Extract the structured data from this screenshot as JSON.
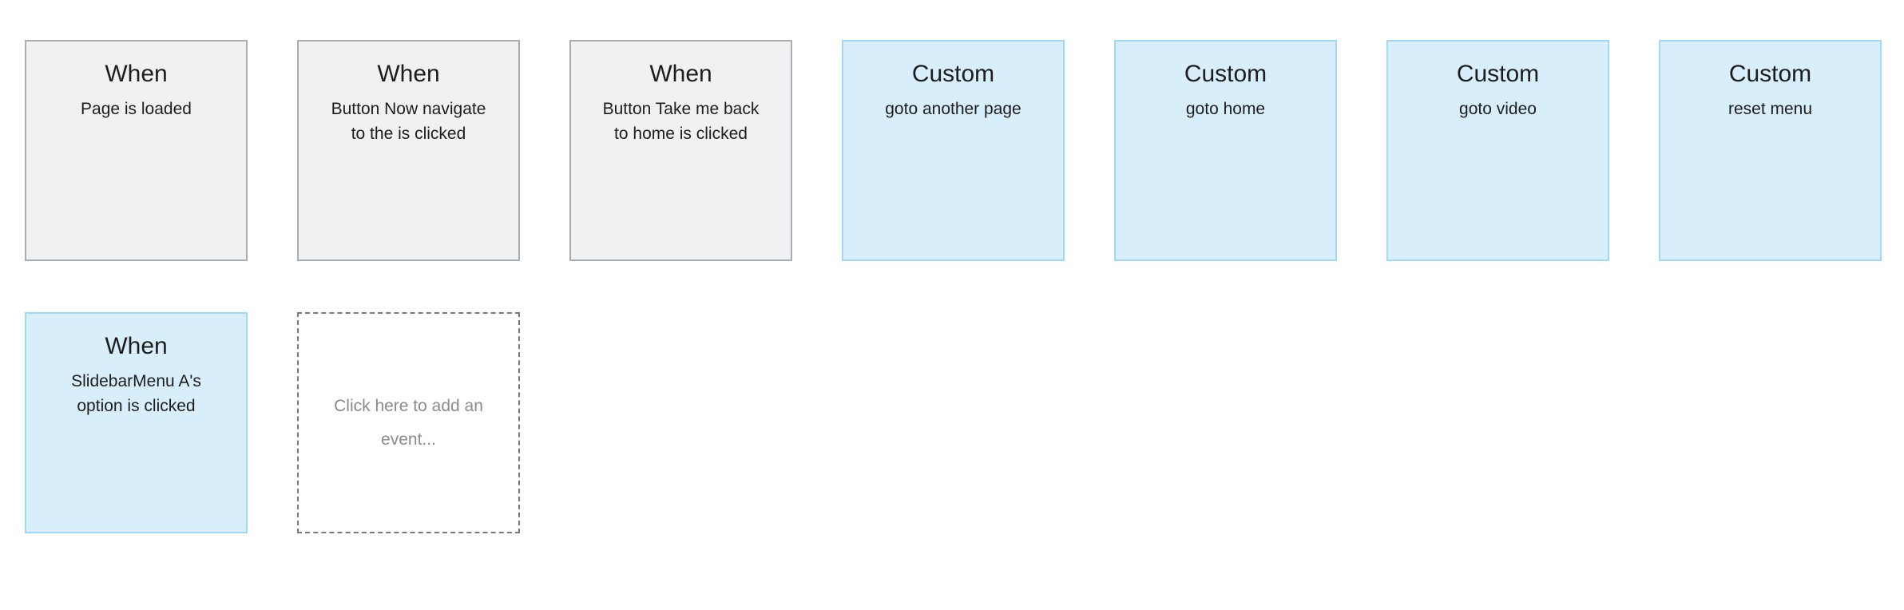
{
  "colors": {
    "neutral_card_bg": "#f0f1f2",
    "neutral_card_border": "#abaeb0",
    "highlight_card_bg": "#d9eefb",
    "highlight_card_border": "#a0d9f4",
    "card_text": "#1d1d1d",
    "add_tile_border": "#77797c",
    "add_tile_text": "#898b8d"
  },
  "board": {
    "cards": [
      {
        "title": "When",
        "description": "Page is loaded",
        "variant": "neutral"
      },
      {
        "title": "When",
        "description": "Button Now navigate to the is clicked",
        "variant": "neutral"
      },
      {
        "title": "When",
        "description": "Button Take me back to home is clicked",
        "variant": "neutral"
      },
      {
        "title": "Custom",
        "description": "goto another page",
        "variant": "highlight"
      },
      {
        "title": "Custom",
        "description": "goto home",
        "variant": "highlight"
      },
      {
        "title": "Custom",
        "description": "goto video",
        "variant": "highlight"
      },
      {
        "title": "Custom",
        "description": "reset menu",
        "variant": "highlight"
      },
      {
        "title": "When",
        "description": "SlidebarMenu A's option is clicked",
        "variant": "highlight"
      }
    ],
    "add_event": {
      "label": "Click here to add an event..."
    }
  }
}
